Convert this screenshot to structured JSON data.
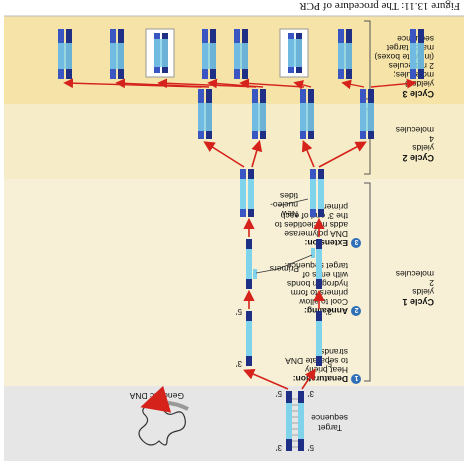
{
  "figure_title": "Figure 13.11: The procedure of PCR",
  "colors": {
    "page_bg": "#ffffff",
    "cycle3_bg": "#f5e3a8",
    "cycle2_bg": "#f6ecc7",
    "cycle1_bg": "#f7f0d6",
    "genomic_bg": "#e6e6e6",
    "strand_dark": "#1f2f86",
    "strand_mid": "#3a56c2",
    "target_cyan": "#7fd3ea",
    "arrow_red": "#d5231c",
    "text": "#111111",
    "step_badge": "#2f6fb8"
  },
  "stages": {
    "cycle3": {
      "title": "Cycle 3",
      "text": [
        "yields 8",
        "molecules;",
        "2 molecules",
        "(in white boxes)",
        "match target",
        "sequence"
      ]
    },
    "cycle2": {
      "title": "Cycle 2",
      "text": [
        "yields",
        "4",
        "molecules"
      ]
    },
    "cycle1": {
      "title": "Cycle 1",
      "text": [
        "yields",
        "2",
        "molecules"
      ]
    },
    "steps": [
      {
        "number": "1",
        "text": [
          "Denaturation:",
          "Heat briefly",
          "to separate DNA",
          "strands."
        ]
      },
      {
        "number": "2",
        "text": [
          "Annealing:",
          "Cool to allow",
          "primers to form",
          "hydrogen bonds",
          "with ends of",
          "target sequence."
        ]
      },
      {
        "number": "3",
        "text": [
          "Extension:",
          "DNA polymerase",
          "adds nucleotides to",
          "the 3′ end of each",
          "primer."
        ]
      }
    ],
    "genomic": {
      "label": "Genomic DNA",
      "target_label": [
        "Target",
        "sequence"
      ],
      "end_5": "5′",
      "end_3": "3′"
    },
    "labels": {
      "primers": "Primers",
      "new_nucleotides": [
        "New",
        "nucleo-",
        "tides"
      ],
      "prime_5": "5′",
      "prime_3": "3′"
    }
  }
}
